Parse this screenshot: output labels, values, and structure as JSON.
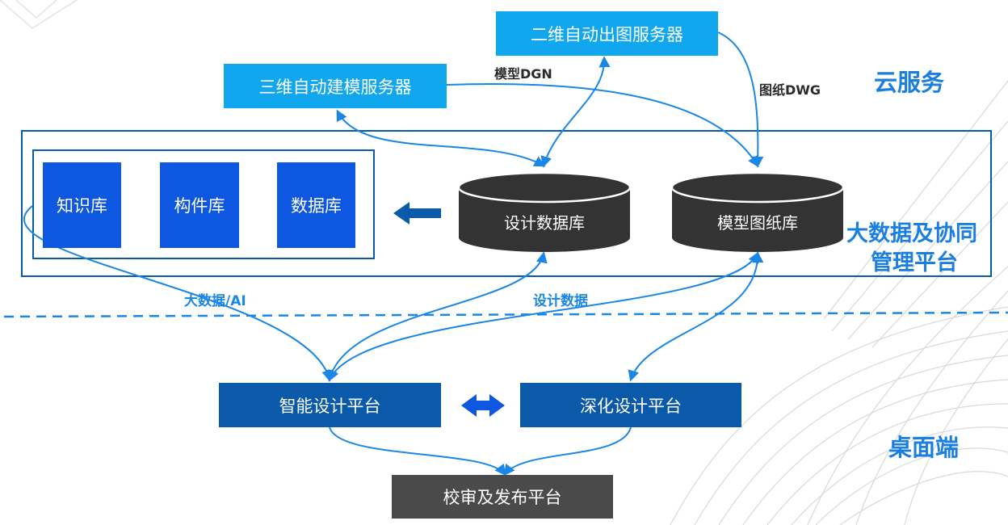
{
  "cloud": {
    "server_3d": "三维自动建模服务器",
    "server_2d": "二维自动出图服务器",
    "label_dgn": "模型DGN",
    "label_dwg": "图纸DWG"
  },
  "platform": {
    "libraries": [
      "知识库",
      "构件库",
      "数据库"
    ],
    "design_db": "设计数据库",
    "model_db": "模型图纸库"
  },
  "desktop": {
    "smart_design": "智能设计平台",
    "deep_design": "深化设计平台",
    "review": "校审及发布平台"
  },
  "flow_labels": {
    "bigdata_ai": "大数据/AI",
    "design_data": "设计数据"
  },
  "section_labels": {
    "cloud_service": "云服务",
    "bigdata_line1": "大数据及协同",
    "bigdata_line2": "管理平台",
    "desktop_end": "桌面端"
  },
  "colors": {
    "cloud_box": "#11a7ee",
    "library_box": "#0e57e0",
    "desktop_box": "#0a5aa9",
    "review_box": "#4a4a4a",
    "database": "#333333",
    "arrow": "#1a86e6",
    "frame": "#0a5aa9"
  }
}
